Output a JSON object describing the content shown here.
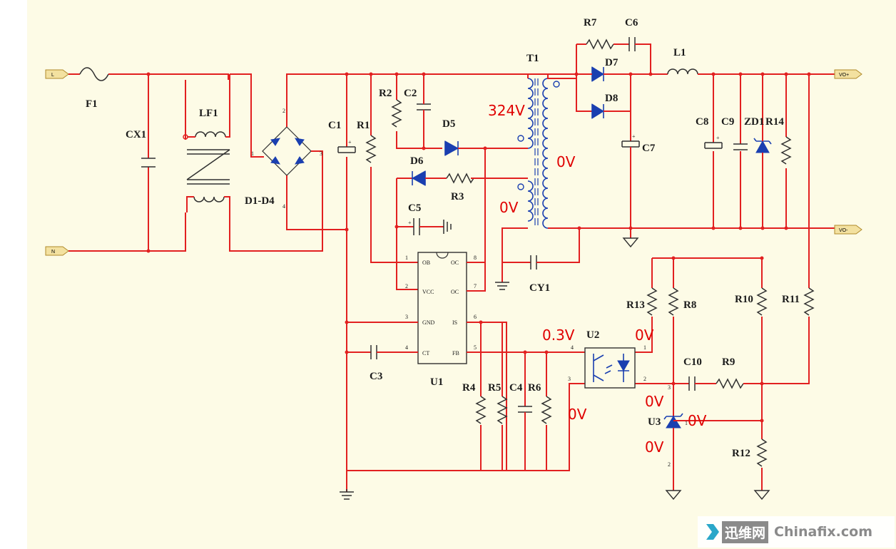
{
  "schematic": {
    "ports": {
      "line": "L",
      "neutral": "N",
      "vout_pos": "VO+",
      "vout_neg": "VO-"
    },
    "labels": {
      "F1": "F1",
      "CX1": "CX1",
      "LF1": "LF1",
      "D1D4": "D1-D4",
      "C1": "C1",
      "R1": "R1",
      "R2": "R2",
      "C2": "C2",
      "D5": "D5",
      "D6": "D6",
      "R3": "R3",
      "C5": "C5",
      "T1": "T1",
      "R7": "R7",
      "C6": "C6",
      "D7": "D7",
      "D8": "D8",
      "C7": "C7",
      "L1": "L1",
      "C8": "C8",
      "C9": "C9",
      "ZD1": "ZD1",
      "R14": "R14",
      "CY1": "CY1",
      "U1": "U1",
      "C3": "C3",
      "R4": "R4",
      "R5": "R5",
      "C4": "C4",
      "R6": "R6",
      "U2": "U2",
      "R13": "R13",
      "R8": "R8",
      "R10": "R10",
      "R11": "R11",
      "C10": "C10",
      "R9": "R9",
      "U3": "U3",
      "R12": "R12"
    },
    "u1_pins": {
      "left": [
        "OB",
        "VCC",
        "GND",
        "CT"
      ],
      "right": [
        "OC",
        "OC",
        "IS",
        "FB"
      ],
      "left_nums": [
        "1",
        "2",
        "3",
        "4"
      ],
      "right_nums": [
        "8",
        "7",
        "6",
        "5"
      ]
    },
    "bridge_pins": [
      "2",
      "1",
      "3",
      "4"
    ],
    "u2_pins": [
      "4",
      "3",
      "1",
      "2"
    ],
    "u3_pins": [
      "3",
      "1",
      "2"
    ],
    "voltages": {
      "primary": "324V",
      "aux_1": "0V",
      "aux_2": "0V",
      "u2_c": "0.3V",
      "u2_a": "0V",
      "u2_e": "0V",
      "u3_k": "0V",
      "u3_r": "0V",
      "u3_a": "0V"
    },
    "colors": {
      "wire": "#e22020",
      "component": "#303030",
      "semiconductor": "#1a3fb0",
      "voltage_text": "#e00000",
      "background": "#fdfbe6"
    }
  },
  "watermark": {
    "cn": "迅维网",
    "en": "Chinafix.com"
  }
}
